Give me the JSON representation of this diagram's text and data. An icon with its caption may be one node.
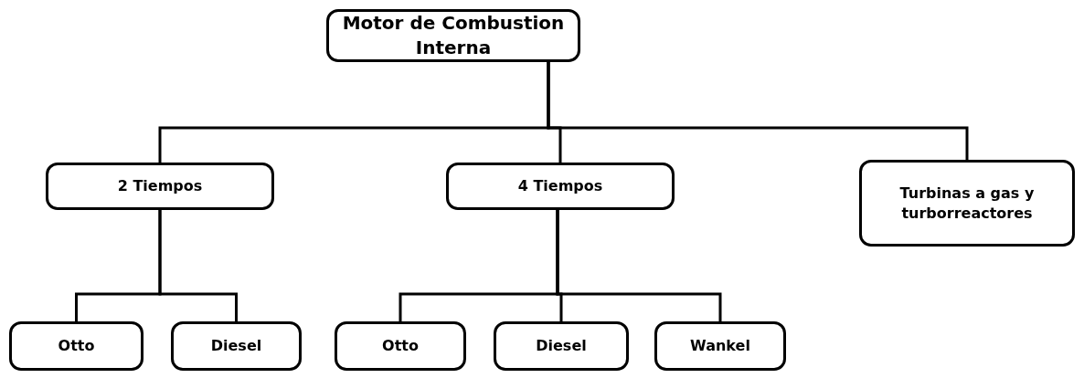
{
  "diagram": {
    "nodes": [
      {
        "text": [
          "Motor de Combustion Interna"
        ]
      },
      {
        "text": [
          "2 Tiempos"
        ]
      },
      {
        "text": [
          "4 Tiempos"
        ]
      },
      {
        "text": [
          "Turbinas a gas y turborreactores"
        ]
      },
      {
        "text": [
          "Otto"
        ]
      },
      {
        "text": [
          "Diesel"
        ]
      },
      {
        "text": [
          "Otto"
        ]
      },
      {
        "text": [
          "Diesel"
        ]
      },
      {
        "text": [
          "Wankel"
        ]
      }
    ],
    "edges": [
      {
        "from": 0,
        "to": 1,
        "arrow": "none"
      },
      {
        "from": 0,
        "to": 2,
        "arrow": "none"
      },
      {
        "from": 0,
        "to": 3,
        "arrow": "none"
      },
      {
        "from": 1,
        "to": 4,
        "arrow": "none"
      },
      {
        "from": 1,
        "to": 5,
        "arrow": "none"
      },
      {
        "from": 2,
        "to": 6,
        "arrow": "none"
      },
      {
        "from": 2,
        "to": 7,
        "arrow": "none"
      },
      {
        "from": 2,
        "to": 8,
        "arrow": "none"
      }
    ]
  }
}
